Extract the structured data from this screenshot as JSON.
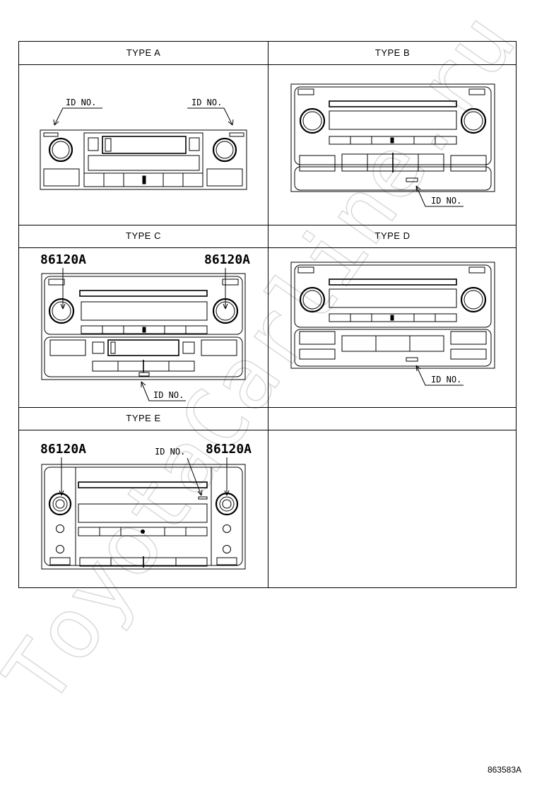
{
  "watermark": "ToyotaCarline.ru",
  "types": {
    "a": "TYPE A",
    "b": "TYPE B",
    "c": "TYPE C",
    "d": "TYPE D",
    "e": "TYPE E"
  },
  "id_label": "ID NO.",
  "part_label": "86120A",
  "figure_id": "863583A"
}
